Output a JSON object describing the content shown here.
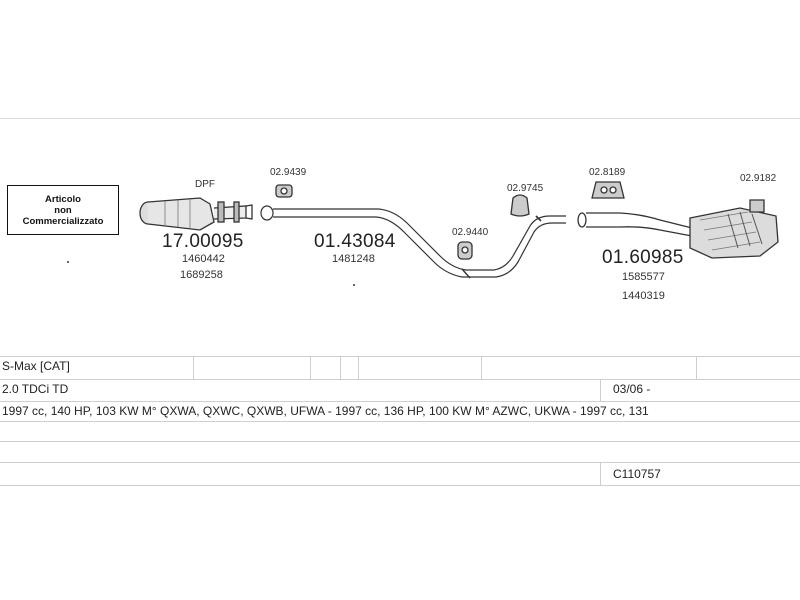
{
  "notice": {
    "line1": "Articolo",
    "line2": "non",
    "line3": "Commercializzato"
  },
  "parts": {
    "dpf_label": "DPF",
    "dpf_code": "17.00095",
    "dpf_ref1": "1460442",
    "dpf_ref2": "1689258",
    "front_clamp": "02.9439",
    "mid_pipe_code": "01.43084",
    "mid_pipe_ref": "1481248",
    "hanger_mid": "02.9440",
    "hanger_left": "02.9745",
    "clamp_right": "02.8189",
    "rear_hanger": "02.9182",
    "rear_code": "01.60985",
    "rear_ref1": "1585577",
    "rear_ref2": "1440319"
  },
  "table": {
    "model": "S-Max  [CAT]",
    "engine": "2.0 TDCi TD",
    "date": "03/06 -",
    "specs": "1997 cc, 140 HP, 103 KW M° QXWA, QXWC, QXWB, UFWA - 1997 cc, 136 HP, 100 KW M° AZWC, UKWA - 1997 cc, 131",
    "catalog_code": "C110757"
  }
}
